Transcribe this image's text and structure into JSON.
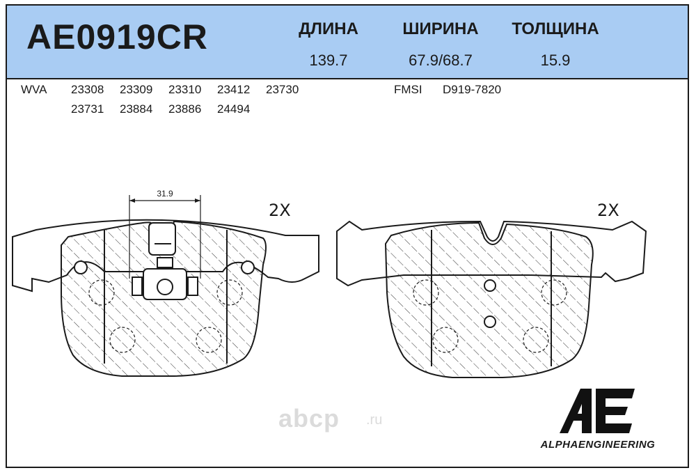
{
  "header": {
    "part_number": "AE0919CR",
    "dimensions": [
      {
        "label": "ДЛИНА",
        "value": "139.7"
      },
      {
        "label": "ШИРИНА",
        "value": "67.9/68.7"
      },
      {
        "label": "ТОЛЩИНА",
        "value": "15.9"
      }
    ]
  },
  "codes": {
    "wva_label": "WVA",
    "wva_row1": [
      "23308",
      "23309",
      "23310",
      "23412",
      "23730"
    ],
    "wva_row2": [
      "23731",
      "23884",
      "23886",
      "24494"
    ],
    "fmsi_label": "FMSI",
    "fmsi_value": "D919-7820"
  },
  "drawing": {
    "left_qty": "2X",
    "right_qty": "2X",
    "dimension_label": "31.9"
  },
  "brand": {
    "logo_text": "ALPHAENGINEERING"
  },
  "watermark": {
    "text": "abcp",
    "suffix": ".ru"
  }
}
